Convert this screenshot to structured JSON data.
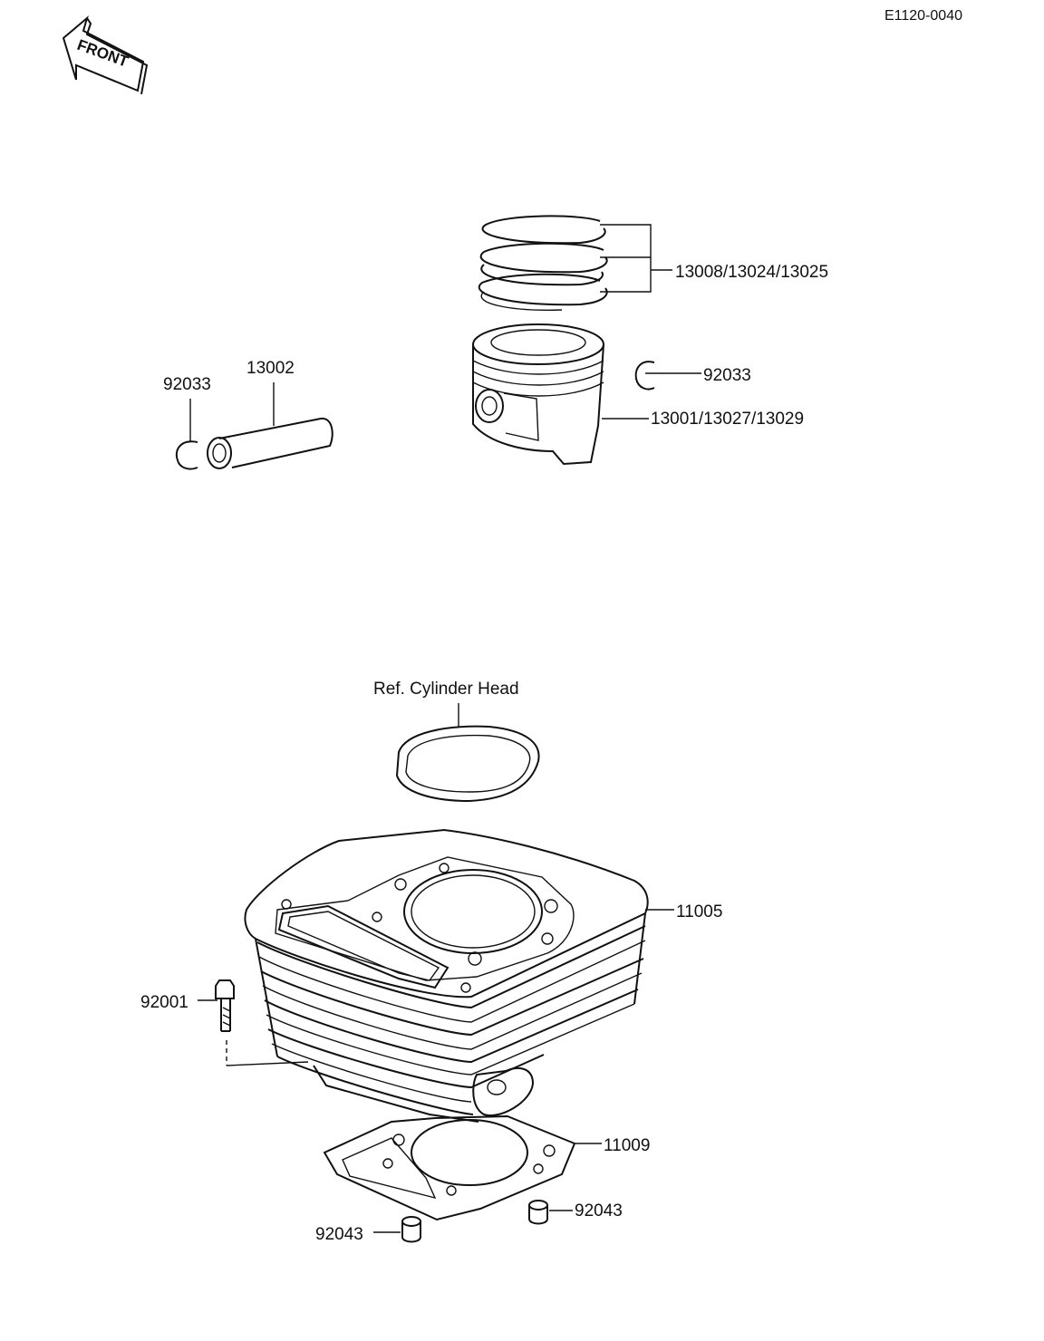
{
  "diagram_code": "E1120-0040",
  "front_label": "FRONT",
  "icons": [
    "front-arrow-icon"
  ],
  "parts": {
    "piston_rings": "13008/13024/13025",
    "piston": "13001/13027/13029",
    "circlip_right": "92033",
    "circlip_left": "92033",
    "piston_pin": "13002",
    "cylinder_head_ref": "Ref. Cylinder Head",
    "cylinder": "11005",
    "bolt": "92001",
    "base_gasket": "11009",
    "dowel_right": "92043",
    "dowel_left": "92043"
  }
}
